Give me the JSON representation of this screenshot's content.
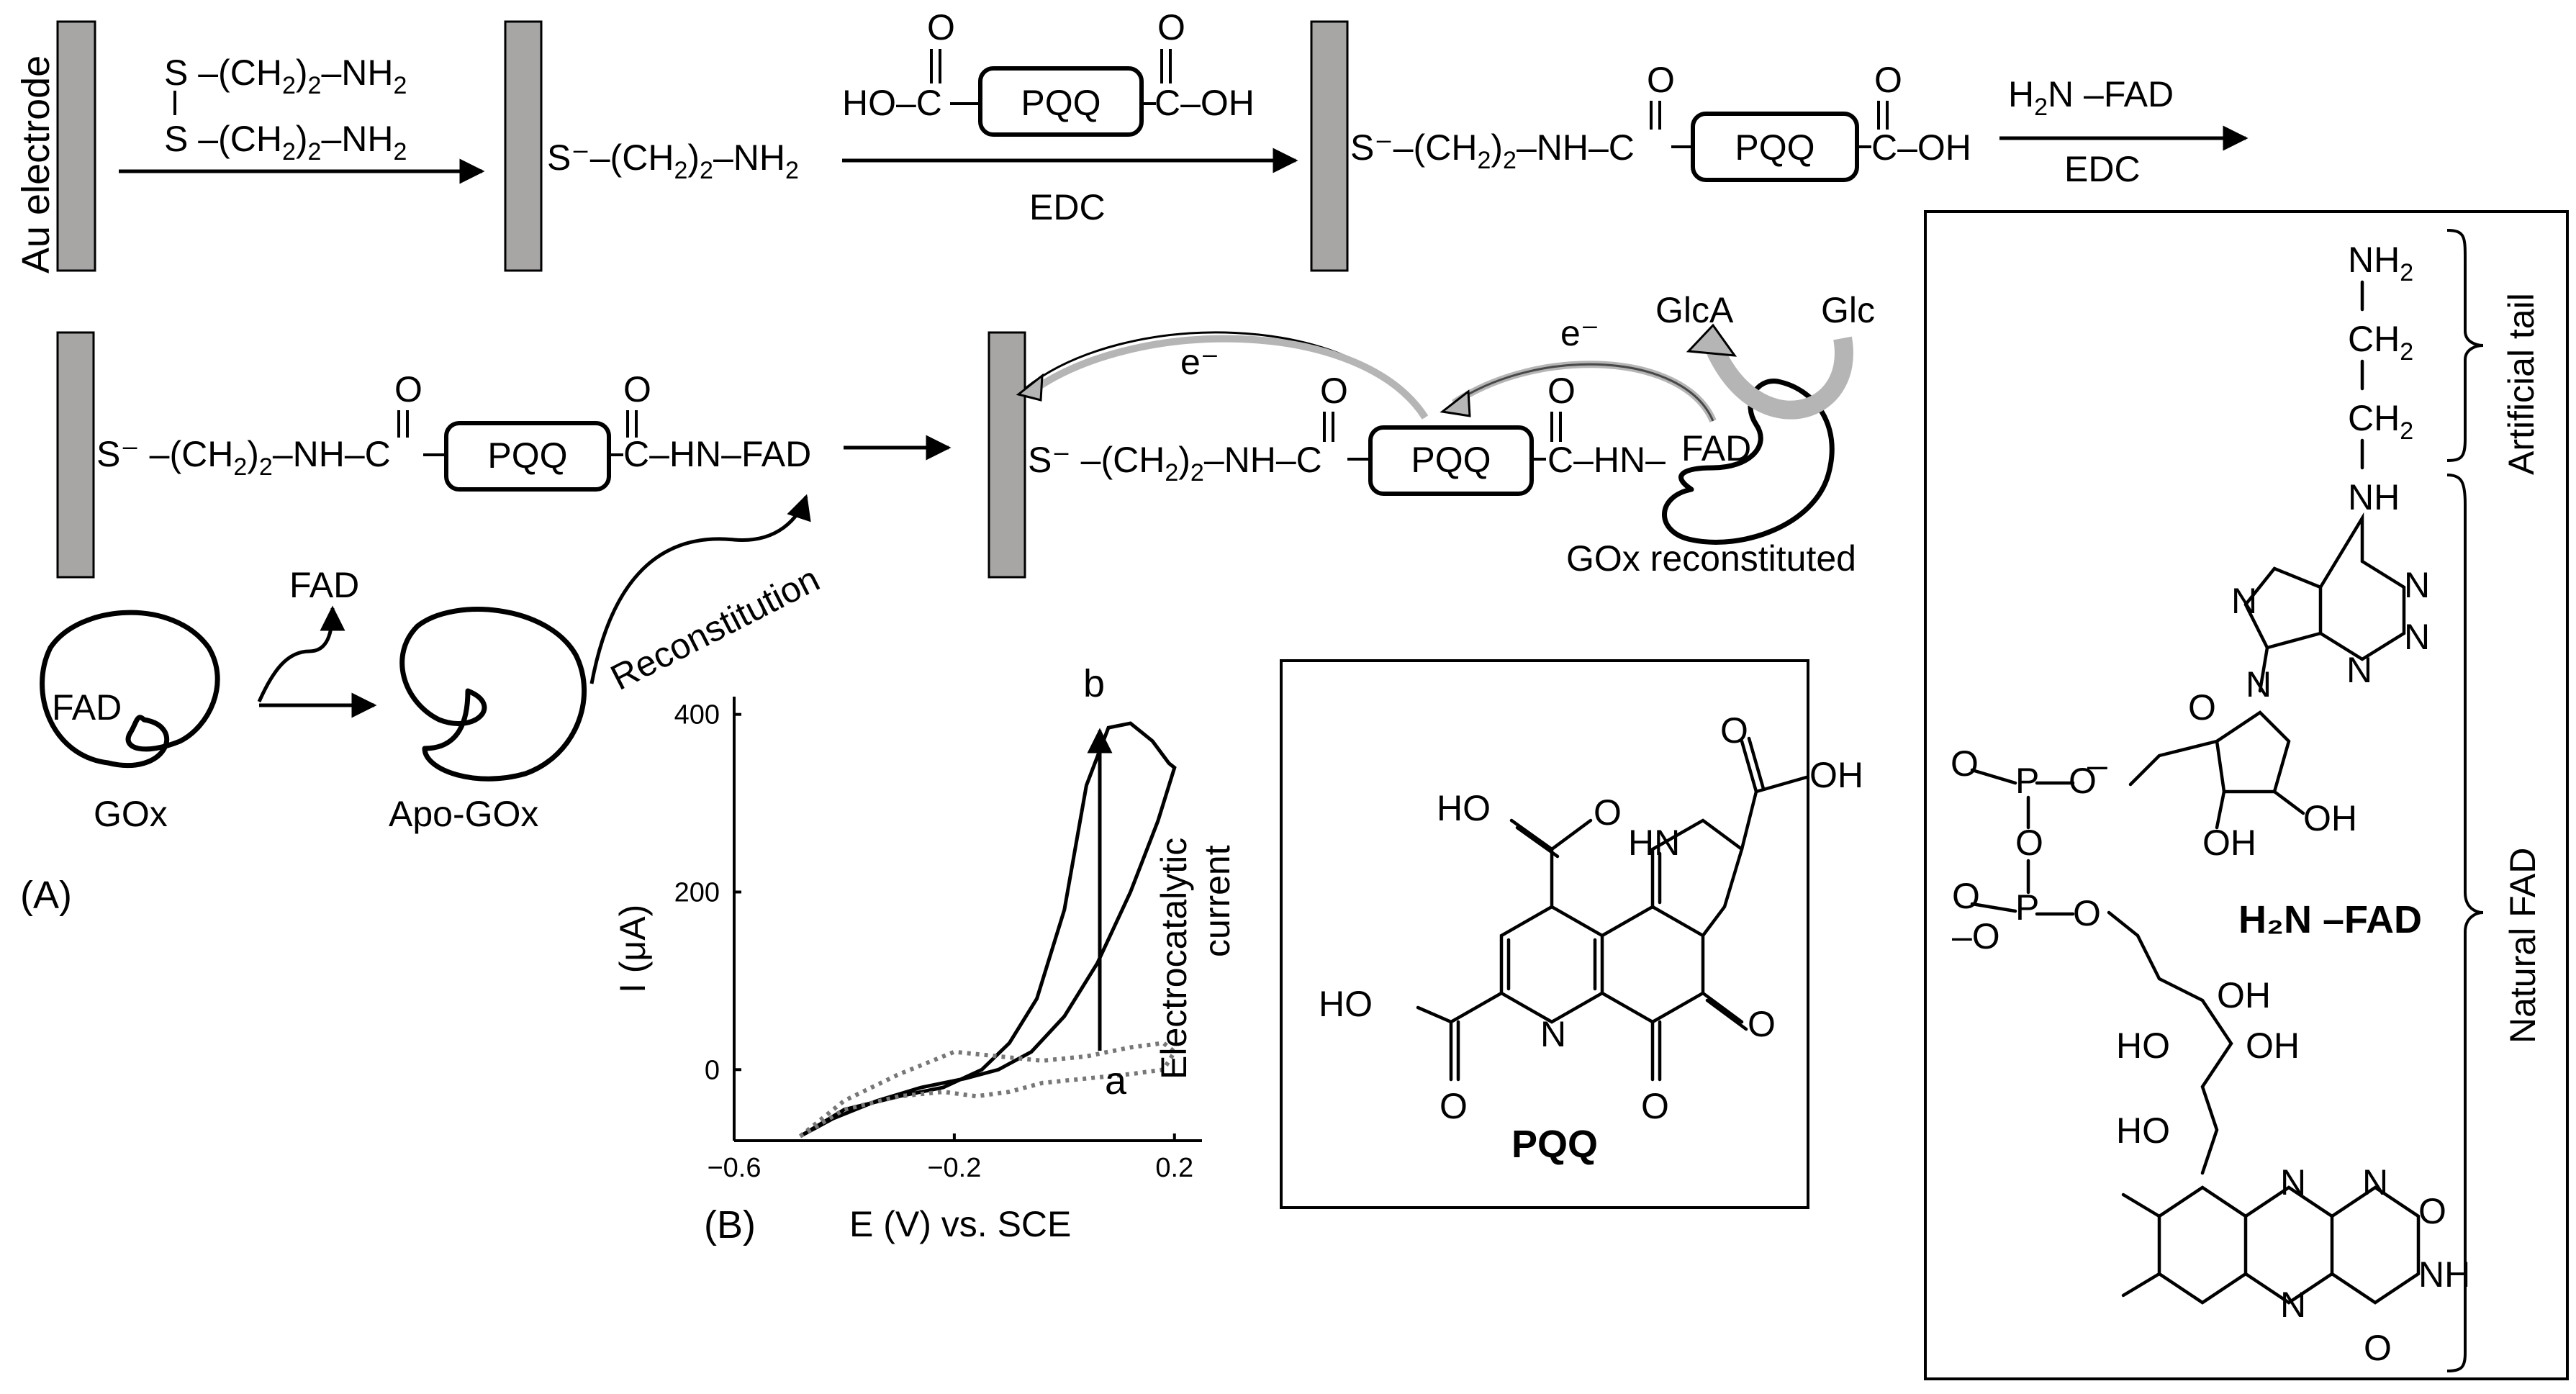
{
  "labels": {
    "au_electrode": "Au electrode",
    "edc_1": "EDC",
    "edc_2": "EDC",
    "pqq": "PQQ",
    "ho_c": "HO–C",
    "c_oh": "C–OH",
    "s_minus": "S⁻",
    "nh": "NH",
    "hn": "HN",
    "fad": "FAD",
    "h2n": "H",
    "h2n_fad_title": "H₂N –FAD",
    "s": "S",
    "nh2": "NH",
    "ch2": "CH",
    "e_minus": "e⁻",
    "glca": "GlcA",
    "glc": "Glc",
    "gox_reconstituted": "GOx reconstituted",
    "gox": "GOx",
    "apo_gox": "Apo-GOx",
    "reconstitution": "Reconstitution",
    "panel_a": "(A)",
    "panel_b": "(B)",
    "artificial_tail": "Artificial tail",
    "natural_fad": "Natural FAD",
    "electrocatalytic_current": "Electrocatalytic current",
    "curve_a": "a",
    "curve_b": "b",
    "mol_pqq": "PQQ",
    "mol_h2n_fad": "H₂N –FAD"
  },
  "chart_data": {
    "type": "line",
    "title": "",
    "xlabel": "E (V) vs. SCE",
    "ylabel": "I (μA)",
    "xlim": [
      -0.6,
      0.25
    ],
    "ylim": [
      -80,
      420
    ],
    "x_ticks": [
      "−0.6",
      "−0.2",
      "0.2"
    ],
    "y_ticks": [
      "0",
      "200",
      "400"
    ],
    "series": [
      {
        "name": "b",
        "style": "solid",
        "x": [
          -0.48,
          -0.4,
          -0.3,
          -0.22,
          -0.15,
          -0.1,
          -0.05,
          0.0,
          0.04,
          0.08,
          0.12,
          0.16,
          0.19,
          0.2,
          0.17,
          0.12,
          0.06,
          0.0,
          -0.06,
          -0.12,
          -0.18,
          -0.26,
          -0.34,
          -0.42,
          -0.48
        ],
        "y": [
          -75,
          -45,
          -30,
          -20,
          0,
          30,
          80,
          180,
          320,
          385,
          390,
          370,
          345,
          340,
          280,
          200,
          120,
          60,
          20,
          0,
          -10,
          -20,
          -35,
          -55,
          -75
        ]
      },
      {
        "name": "a",
        "style": "dotted",
        "x": [
          -0.48,
          -0.4,
          -0.3,
          -0.22,
          -0.16,
          -0.1,
          -0.04,
          0.04,
          0.12,
          0.18,
          0.2,
          0.18,
          0.12,
          0.04,
          -0.04,
          -0.12,
          -0.2,
          -0.3,
          -0.4,
          -0.48
        ],
        "y": [
          -75,
          -45,
          -30,
          -25,
          -30,
          -25,
          -15,
          -10,
          -5,
          0,
          20,
          30,
          25,
          15,
          10,
          15,
          20,
          -5,
          -35,
          -75
        ]
      }
    ]
  },
  "colors": {
    "electrode": "#a8a5a5",
    "arrow_fill": "#b5b5b5"
  }
}
